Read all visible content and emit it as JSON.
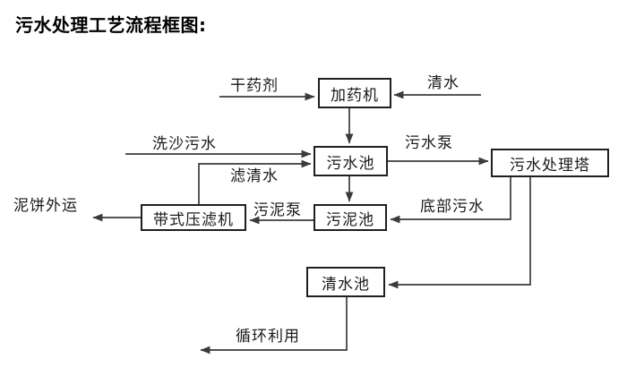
{
  "title": "污水处理工艺流程框图:",
  "colors": {
    "background": "#ffffff",
    "line": "#3b3b3b",
    "box_border": "#1f1f1f",
    "text": "#000000"
  },
  "nodes": {
    "dosing_machine": {
      "label": "加药机"
    },
    "sewage_pool": {
      "label": "污水池"
    },
    "treatment_tower": {
      "label": "污水处理塔"
    },
    "sludge_pool": {
      "label": "污泥池"
    },
    "belt_filter_press": {
      "label": "带式压滤机"
    },
    "clean_water_pool": {
      "label": "清水池"
    }
  },
  "edge_labels": {
    "dry_agent": "干药剂",
    "clean_water": "清水",
    "sand_washing_sewage": "洗沙污水",
    "sewage_pump": "污水泵",
    "filtered_water": "滤清水",
    "sludge_pump": "污泥泵",
    "bottom_sewage": "底部污水",
    "mud_cake_out": "泥饼外运",
    "recycle_use": "循环利用"
  }
}
